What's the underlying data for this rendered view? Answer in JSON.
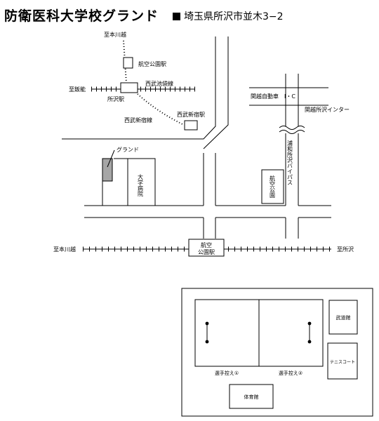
{
  "header": {
    "title": "防衛医科大学校グランド",
    "address": "埼玉県所沢市並木3−2"
  },
  "map": {
    "to_honkawagoe_top": "至本川越",
    "kouku_koen_station_north": "航空公園駅",
    "to_hanno": "至飯能",
    "seibu_ikebukuro_line": "西武池袋線",
    "tokorozawa_station": "所沢駅",
    "seibu_shinjuku_line": "西武新宿線",
    "seibu_shinjuku_station": "西武新宿駅",
    "kanetsu_expressway": "関越自動車　I・C",
    "kanetsu_tokorozawa_ic": "関越所沢インター",
    "urawa_tokorozawa_bypass": "浦和所沢バイパス",
    "ground": "グランド",
    "university_hospital": "大学病院",
    "kouku_park": "航空公園",
    "to_honkawagoe_bottom": "至本川越",
    "kouku_koen_station": "航空公園駅",
    "to_tokorozawa": "至所沢"
  },
  "facility": {
    "budokan": "武道館",
    "tennis_court": "テニスコート",
    "bench_1": "選手控え①",
    "bench_2": "選手控え②",
    "gymnasium": "体育館"
  }
}
